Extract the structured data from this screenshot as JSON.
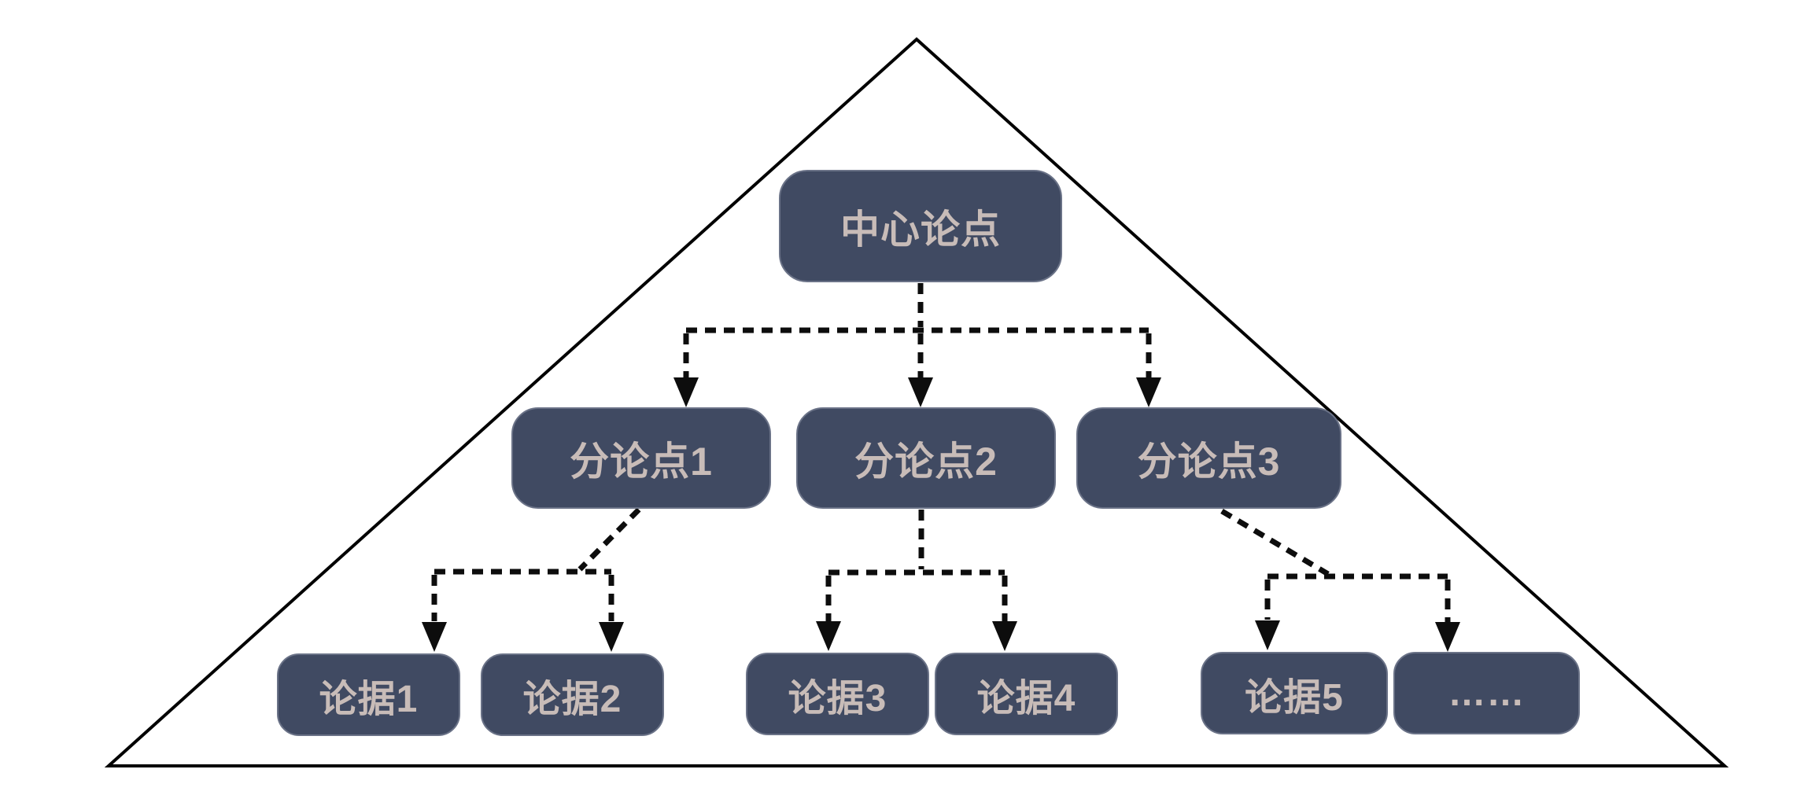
{
  "diagram": {
    "type": "pyramid-argument-structure",
    "colors": {
      "background": "#ffffff",
      "triangle_outline": "#000000",
      "node_fill": "#404a62",
      "node_border": "#6a7287",
      "node_text": "#c8bcb8",
      "connector": "#0d0d0d"
    },
    "nodes": {
      "root": {
        "label": "中心论点"
      },
      "level2": [
        {
          "label": "分论点1"
        },
        {
          "label": "分论点2"
        },
        {
          "label": "分论点3"
        }
      ],
      "level3": [
        {
          "label": "论据1"
        },
        {
          "label": "论据2"
        },
        {
          "label": "论据3"
        },
        {
          "label": "论据4"
        },
        {
          "label": "论据5"
        },
        {
          "label": "……"
        }
      ]
    }
  }
}
